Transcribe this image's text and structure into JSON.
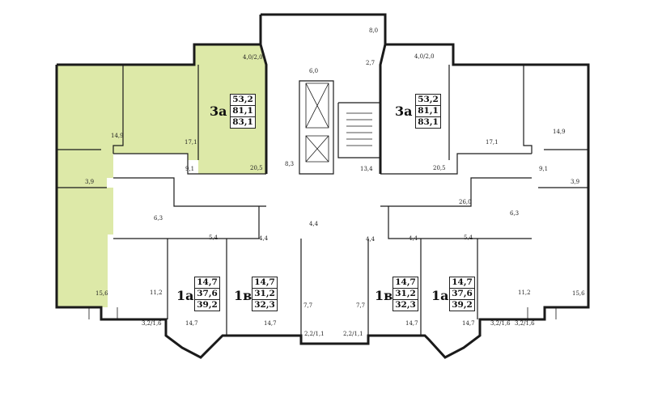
{
  "colors": {
    "highlight": "#dde9a8",
    "wall": "#1a1a1a",
    "background": "#ffffff"
  },
  "apartments": [
    {
      "id": "3a-left",
      "type": "3а",
      "areas": [
        "53,2",
        "81,1",
        "83,1"
      ]
    },
    {
      "id": "3a-right",
      "type": "3а",
      "areas": [
        "53,2",
        "81,1",
        "83,1"
      ]
    },
    {
      "id": "1a-left",
      "type": "1а",
      "areas": [
        "14,7",
        "37,6",
        "39,2"
      ]
    },
    {
      "id": "1v-left",
      "type": "1в",
      "areas": [
        "14,7",
        "31,2",
        "32,3"
      ]
    },
    {
      "id": "1v-right",
      "type": "1в",
      "areas": [
        "14,7",
        "31,2",
        "32,3"
      ]
    },
    {
      "id": "1a-right",
      "type": "1а",
      "areas": [
        "14,7",
        "37,6",
        "39,2"
      ]
    }
  ],
  "room_labels": [
    "8,0",
    "4,0/2,0",
    "2,7",
    "6,0",
    "4,0/2,0",
    "14,9",
    "17,1",
    "20,5",
    "9,1",
    "8,3",
    "13,4",
    "20,5",
    "17,1",
    "9,1",
    "14,9",
    "3,9",
    "3,9",
    "26,0",
    "6,3",
    "6,3",
    "5,4",
    "4,4",
    "4,4",
    "4,4",
    "4,4",
    "5,4",
    "15,6",
    "11,2",
    "11,2",
    "15,6",
    "7,7",
    "7,7",
    "3,2/1,6",
    "14,7",
    "14,7",
    "2,2/1,1",
    "2,2/1,1",
    "14,7",
    "14,7",
    "3,2/1,6",
    "3,2/1,6"
  ]
}
